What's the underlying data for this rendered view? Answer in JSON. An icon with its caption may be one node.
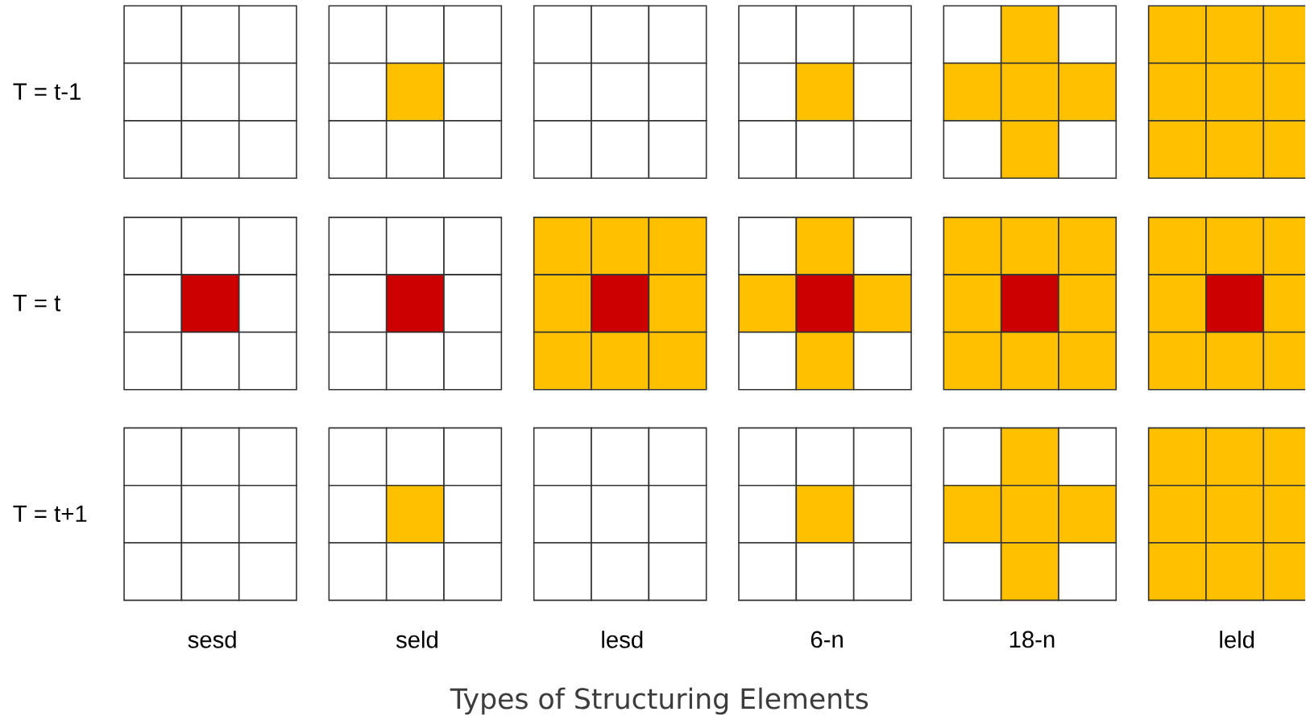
{
  "diagram": {
    "caption": "Types of Structuring Elements",
    "labels": [
      "T = t-1",
      "T = t",
      "T = t+1",
      "sesd",
      "seld",
      "lesd",
      "6-n",
      "18-n",
      "leld"
    ]
  }
}
